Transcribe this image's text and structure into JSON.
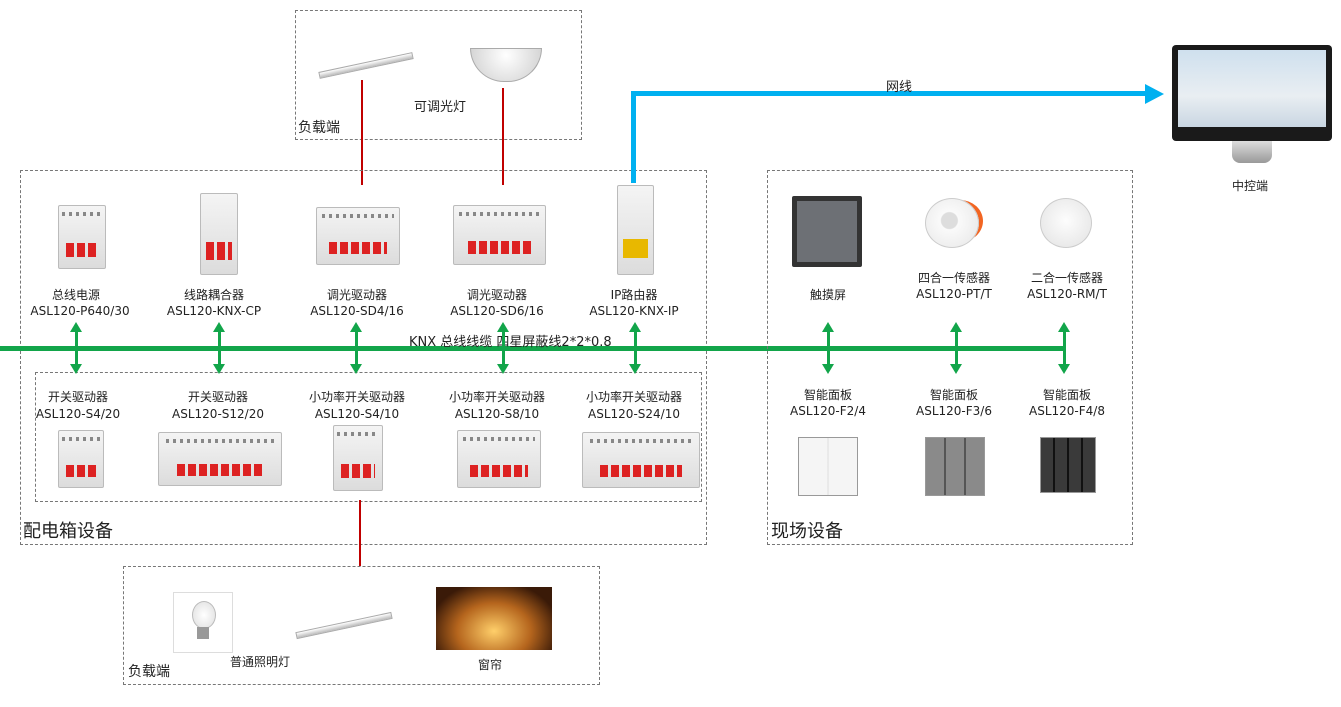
{
  "top_load": {
    "label": "负载端",
    "lamp_label": "可调光灯"
  },
  "bottom_load": {
    "label": "负载端",
    "lamp_label": "普通照明灯",
    "curtain_label": "窗帘"
  },
  "cabinet": {
    "label": "配电箱设备",
    "top_row": [
      {
        "name": "总线电源",
        "model": "ASL120-P640/30"
      },
      {
        "name": "线路耦合器",
        "model": "ASL120-KNX-CP"
      },
      {
        "name": "调光驱动器",
        "model": "ASL120-SD4/16"
      },
      {
        "name": "调光驱动器",
        "model": "ASL120-SD6/16"
      },
      {
        "name": "IP路由器",
        "model": "ASL120-KNX-IP"
      }
    ],
    "bottom_row": [
      {
        "name": "开关驱动器",
        "model": "ASL120-S4/20"
      },
      {
        "name": "开关驱动器",
        "model": "ASL120-S12/20"
      },
      {
        "name": "小功率开关驱动器",
        "model": "ASL120-S4/10"
      },
      {
        "name": "小功率开关驱动器",
        "model": "ASL120-S8/10"
      },
      {
        "name": "小功率开关驱动器",
        "model": "ASL120-S24/10"
      }
    ]
  },
  "bus": {
    "label": "KNX 总线线缆  四星屏蔽线2*2*0.8",
    "color": "#12a54a"
  },
  "network": {
    "label": "网线",
    "color": "#00b0f0"
  },
  "control": {
    "label": "中控端"
  },
  "field": {
    "label": "现场设备",
    "top_row": [
      {
        "name": "触摸屏",
        "model": ""
      },
      {
        "name": "四合一传感器",
        "model": "ASL120-PT/T"
      },
      {
        "name": "二合一传感器",
        "model": "ASL120-RM/T"
      }
    ],
    "bottom_row": [
      {
        "name": "智能面板",
        "model": "ASL120-F2/4"
      },
      {
        "name": "智能面板",
        "model": "ASL120-F3/6"
      },
      {
        "name": "智能面板",
        "model": "ASL120-F4/8"
      }
    ]
  },
  "colors": {
    "load_wire": "#c00000"
  }
}
